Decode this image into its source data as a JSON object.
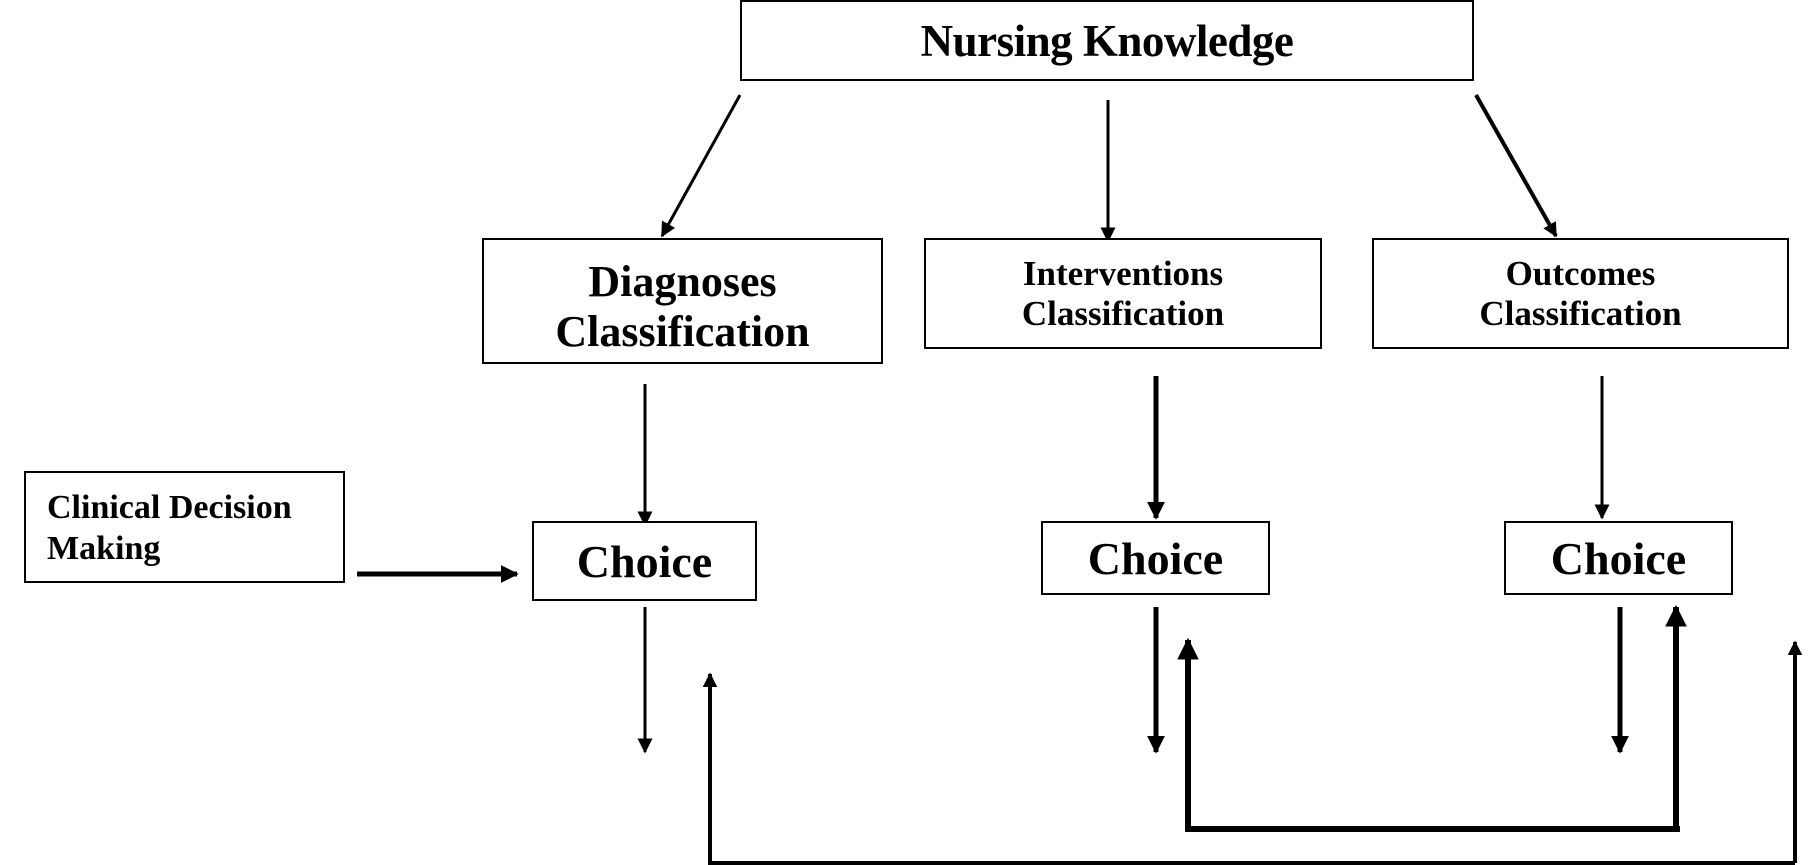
{
  "diagram": {
    "root": {
      "label": "Nursing Knowledge"
    },
    "classifications": [
      {
        "id": "diagnoses",
        "lines": [
          "Diagnoses",
          "Classification"
        ]
      },
      {
        "id": "interventions",
        "lines": [
          "Interventions",
          "Classification"
        ]
      },
      {
        "id": "outcomes",
        "lines": [
          "Outcomes",
          "Classification"
        ]
      }
    ],
    "choices": [
      {
        "label": "Choice"
      },
      {
        "label": "Choice"
      },
      {
        "label": "Choice"
      }
    ],
    "input": {
      "lines": [
        "Clinical Decision",
        "Making"
      ]
    }
  }
}
